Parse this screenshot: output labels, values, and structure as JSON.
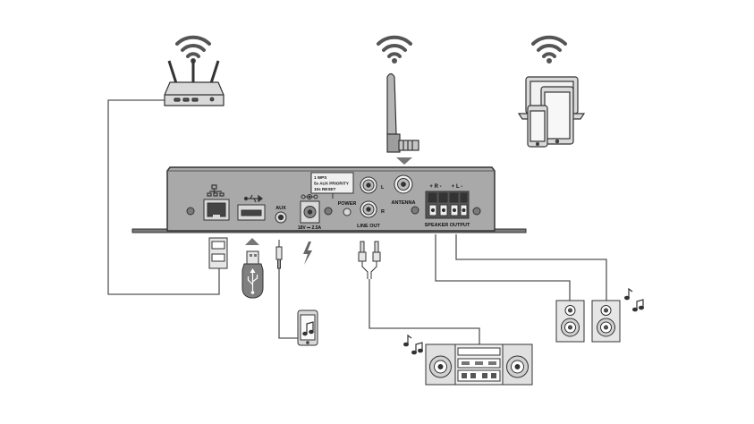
{
  "device": {
    "ports": {
      "aux": "AUX",
      "dc_in": "18V ⎓ 2.5A",
      "power": "POWER",
      "line_out": "LINE OUT",
      "antenna": "ANTENNA",
      "speaker_output": "SPEAKER OUTPUT",
      "line_out_left": "L",
      "line_out_right": "R",
      "speaker_right_terminals": "+ R -",
      "speaker_left_terminals": "+ L -"
    },
    "button_legend": [
      "1 WPS",
      "5s AUX PRIORITY",
      "10s RESET"
    ]
  },
  "icons": {
    "router": "wifi-router-icon",
    "devices": "laptop-tablet-phone-icon",
    "usb": "usb-drive-icon",
    "phone": "phone-music-icon",
    "stereo": "stereo-system-icon",
    "speakers": "speaker-pair-icon"
  },
  "colors": {
    "device_body": "#a9a9a9",
    "outline": "#333333",
    "light_fill": "#d9d9d9"
  }
}
